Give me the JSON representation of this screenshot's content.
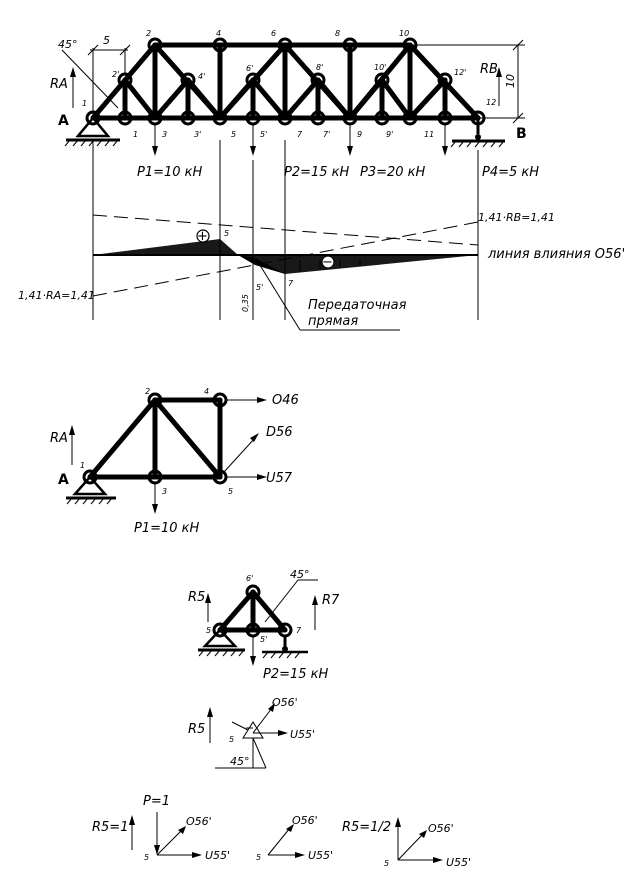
{
  "truss": {
    "nodes": {
      "n1": "1",
      "n2": "2",
      "n2p": "2'",
      "n4": "4",
      "n4p": "4'",
      "n6": "6",
      "n6p": "6'",
      "n8": "8",
      "n8p": "8'",
      "n10": "10",
      "n10p": "10'",
      "n12": "12",
      "n12p": "12'",
      "b1": "1",
      "b3": "3",
      "b3p": "3'",
      "b5": "5",
      "b5p": "5'",
      "b7": "7",
      "b7p": "7'",
      "b9": "9",
      "b9p": "9'",
      "b11": "11"
    },
    "support_a": "A",
    "support_b": "B",
    "ra": "RA",
    "rb": "RB",
    "angle": "45°",
    "panel": "5",
    "height": "10",
    "loads": {
      "p1": "P1=10 кН",
      "p2": "P2=15 кН",
      "p3": "P3=20 кН",
      "p4": "P4=5 кН"
    }
  },
  "influence": {
    "rb_label": "1,41·RB=1,41",
    "ra_label": "1,41·RA=1,41",
    "line_label": "линия влияния O56'",
    "plus": "+",
    "minus": "−",
    "n5": "5",
    "n5p": "5'",
    "n7": "7",
    "ord": "0,35",
    "transfer_line": [
      "Передаточная",
      "прямая"
    ]
  },
  "section1": {
    "n1": "1",
    "n2": "2",
    "n3": "3",
    "n4": "4",
    "n5": "5",
    "support": "A",
    "ra": "RA",
    "o46": "O46",
    "d56": "D56",
    "u57": "U57",
    "load": "P1=10 кН"
  },
  "section2": {
    "n5": "5",
    "n6p": "6'",
    "n7": "7",
    "n5p": "5'",
    "r5": "R5",
    "r7": "R7",
    "angle": "45°",
    "load": "P2=15 кН"
  },
  "node_eq": {
    "r5": "R5",
    "o": "O56'",
    "u": "U55'",
    "n": "5",
    "angle": "45°"
  },
  "bottom": {
    "c1": {
      "r5": "R5=1",
      "p": "P=1",
      "o": "O56'",
      "u": "U55'",
      "n": "5"
    },
    "c2": {
      "o": "O56'",
      "u": "U55'",
      "n": "5"
    },
    "c3": {
      "r5": "R5=1/2",
      "o": "O56'",
      "u": "U55'",
      "n": "5"
    }
  }
}
